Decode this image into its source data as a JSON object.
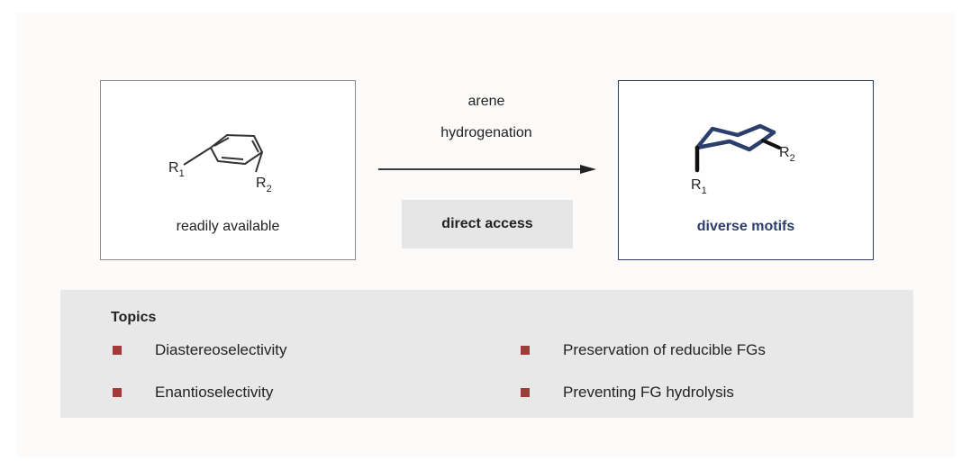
{
  "left_box": {
    "caption": "readily available",
    "r1": "R",
    "r1_sub": "1",
    "r2": "R",
    "r2_sub": "2"
  },
  "arrow": {
    "line1": "arene",
    "line2": "hydrogenation",
    "access_label": "direct access"
  },
  "right_box": {
    "caption": "diverse motifs",
    "r1": "R",
    "r1_sub": "1",
    "r2": "R",
    "r2_sub": "2"
  },
  "topics": {
    "title": "Topics",
    "items": [
      "Diastereoselectivity",
      "Enantioselectivity",
      "Preservation of reducible FGs",
      "Preventing FG hydrolysis"
    ]
  },
  "colors": {
    "accent_blue": "#2c3e6b",
    "bullet_red": "#a23a3a",
    "topics_bg": "#e8e8e8"
  }
}
